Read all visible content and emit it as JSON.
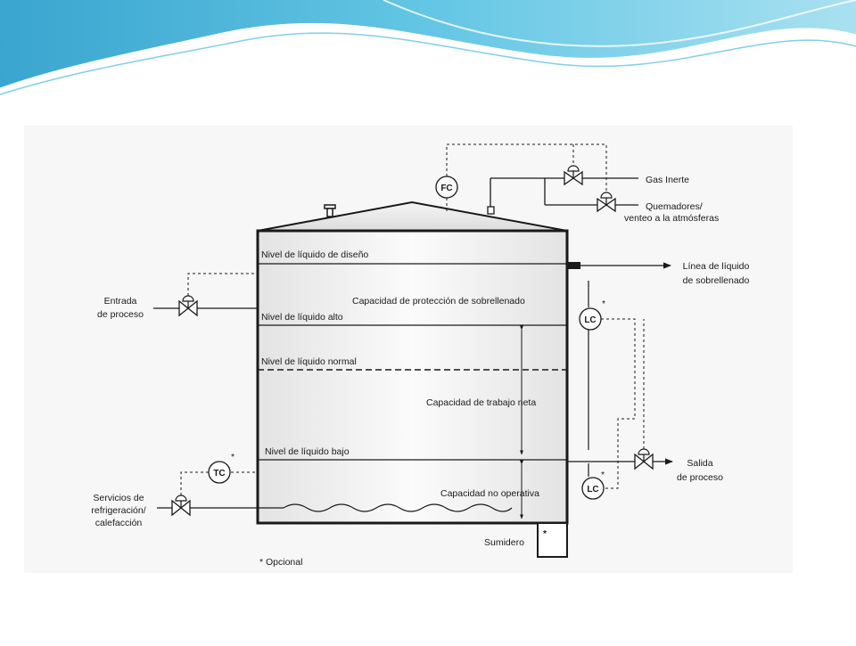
{
  "labels": {
    "gas_inert": "Gas Inerte",
    "vent_line1": "Quemadores/",
    "vent_line2": "venteo a la atmósferas",
    "design_level": "Nivel de líquido de diseño",
    "overfill_line1": "Línea de líquido",
    "overfill_line2": "de sobrellenado",
    "overfill_capacity": "Capacidad de protección de sobrellenado",
    "inlet_line1": "Entrada",
    "inlet_line2": "de proceso",
    "high_level": "Nivel de líquido alto",
    "normal_level": "Nivel de líquido normal",
    "net_capacity": "Capacidad de trabajo neta",
    "low_level": "Nivel de líquido bajo",
    "outlet_line1": "Salida",
    "outlet_line2": "de proceso",
    "nonop_capacity": "Capacidad no operativa",
    "services_line1": "Servicios de",
    "services_line2": "refrigeración/",
    "services_line3": "calefacción",
    "sump": "Sumidero",
    "optional": "* Opcional"
  },
  "instruments": {
    "fc": "FC",
    "lc_high": "LC",
    "lc_low": "LC",
    "tc": "TC",
    "optional_mark": "*"
  },
  "colors": {
    "header_wave": "#4fb8dc",
    "diagram_bg": "#f7f7f7",
    "line": "#1a1a1a"
  }
}
